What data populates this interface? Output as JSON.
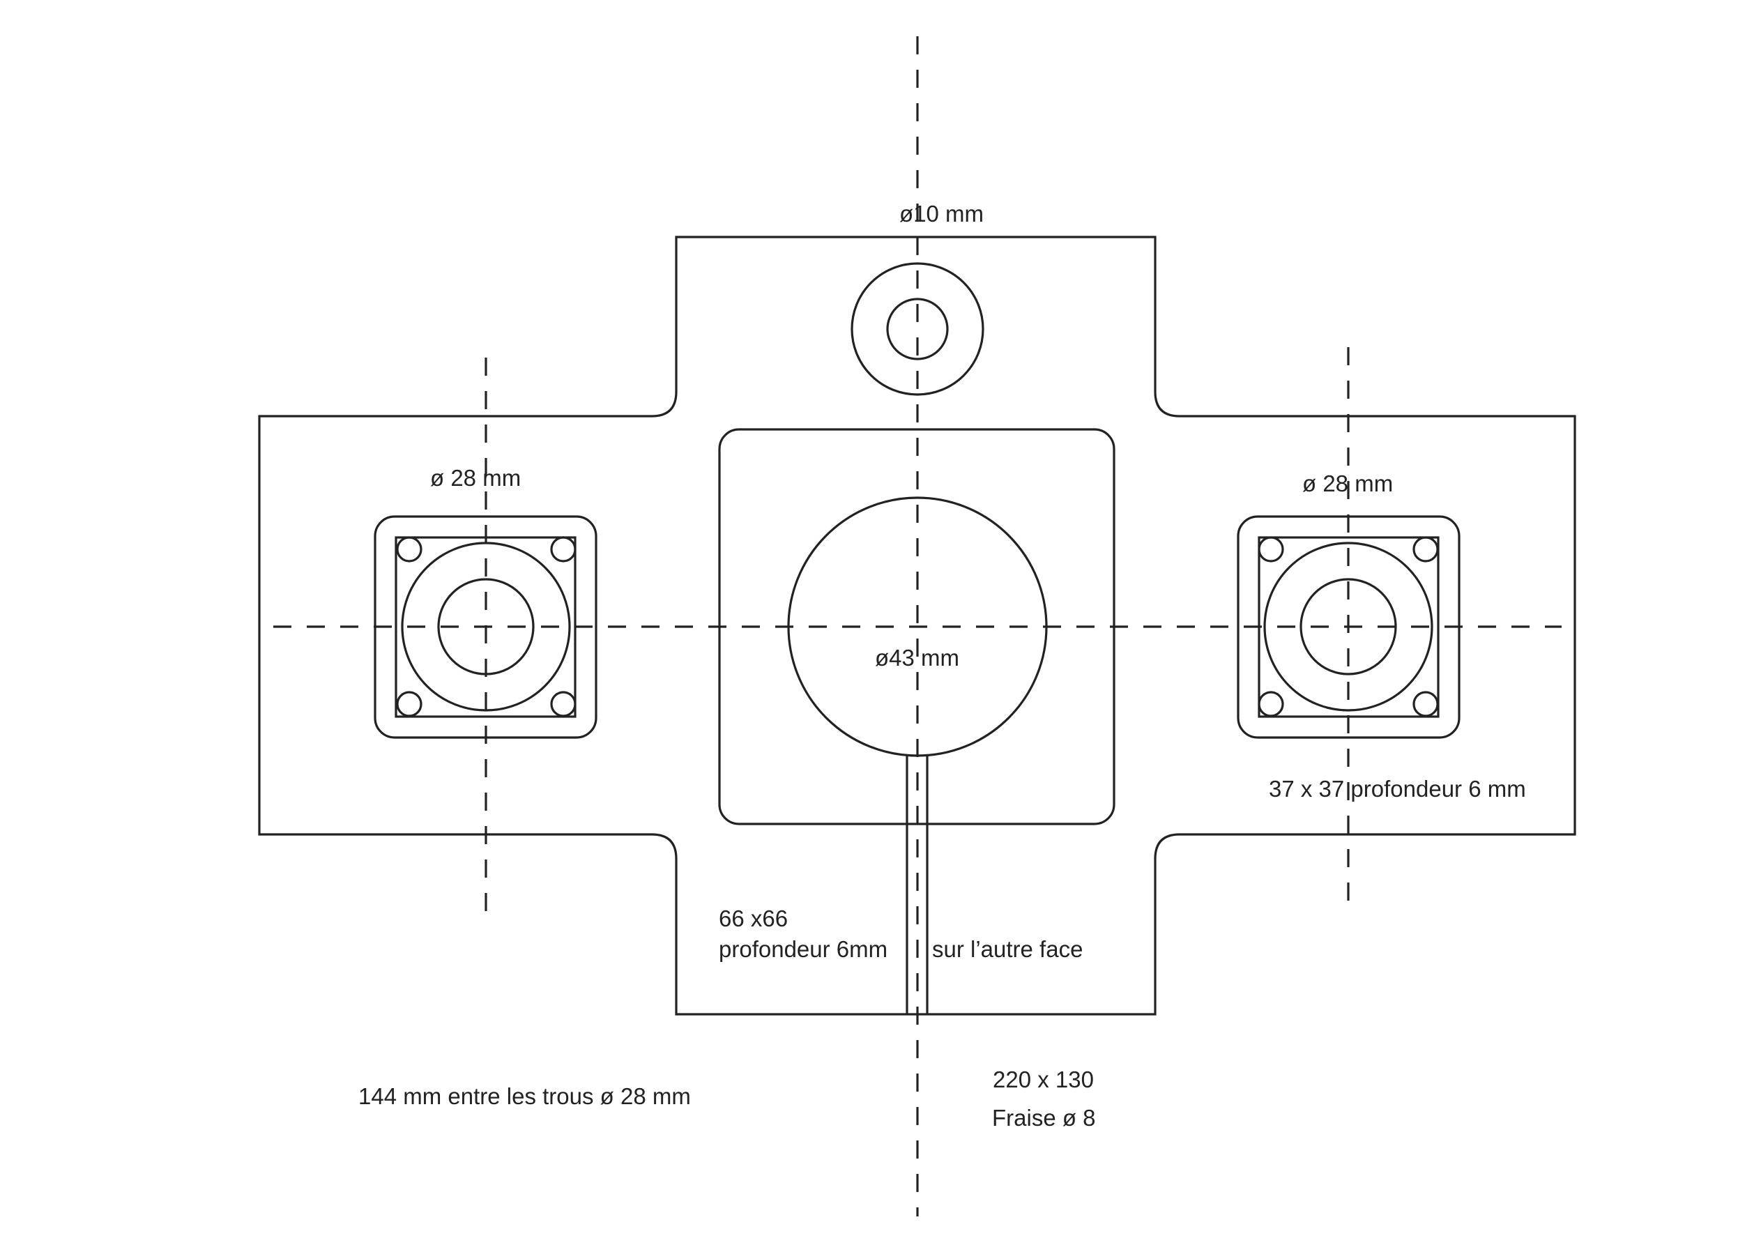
{
  "colors": {
    "line": "#222222",
    "background": "#ffffff"
  },
  "labels": {
    "top_hole": "ø10 mm",
    "left_hole": "ø 28 mm",
    "right_hole": "ø 28 mm",
    "center_hole": "ø43 mm",
    "pocket_small": "37 x 37 profondeur 6 mm",
    "pocket_center_line1": "66 x66",
    "pocket_center_line2": "profondeur 6mm",
    "other_face": "sur l’autre face",
    "spacing": "144 mm entre les trous ø 28 mm",
    "overall_size": "220 x 130",
    "cutter": "Fraise ø 8"
  }
}
